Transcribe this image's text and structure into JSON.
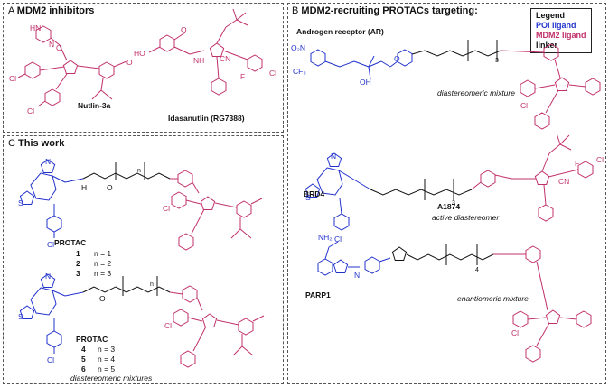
{
  "colors": {
    "poi": "#2233cc",
    "mdm2": "#c0306a",
    "linker": "#111111"
  },
  "panelA": {
    "letter": "A",
    "title": "MDM2 inhibitors",
    "compounds": [
      "Nutlin-3a",
      "Idasanutlin (RG7388)"
    ]
  },
  "panelB": {
    "letter": "B",
    "title": "MDM2-recruiting PROTACs targeting:",
    "legend": {
      "title": "Legend",
      "poi": "POI ligand",
      "mdm2": "MDM2 ligand",
      "linker": "linker"
    },
    "rows": [
      {
        "target": "Androgen receptor (AR)",
        "note": "diastereomeric mixture",
        "repeat": "3"
      },
      {
        "target": "BRD4",
        "name": "A1874",
        "note": "active diastereomer",
        "repeat": "3"
      },
      {
        "target": "PARP1",
        "note": "enantiomeric mixture",
        "repeat": "4"
      }
    ]
  },
  "panelC": {
    "letter": "C",
    "title": "This work",
    "set1": {
      "label": "PROTAC",
      "repeat": "n",
      "entries": [
        {
          "num": "1",
          "n": "n = 1"
        },
        {
          "num": "2",
          "n": "n = 2"
        },
        {
          "num": "3",
          "n": "n = 3"
        }
      ]
    },
    "set2": {
      "label": "PROTAC",
      "repeat": "n",
      "entries": [
        {
          "num": "4",
          "n": "n = 3"
        },
        {
          "num": "5",
          "n": "n = 4"
        },
        {
          "num": "6",
          "n": "n = 5"
        }
      ]
    },
    "note": "diastereomeric mixtures"
  },
  "atoms": {
    "N": "N",
    "NH": "NH",
    "HN": "HN",
    "O": "O",
    "Cl": "Cl",
    "F": "F",
    "S": "S",
    "OH": "OH",
    "H": "H",
    "CN": "CN",
    "CF3": "CF₃",
    "O2N": "O₂N",
    "HO": "HO",
    "NH2": "NH₂"
  }
}
